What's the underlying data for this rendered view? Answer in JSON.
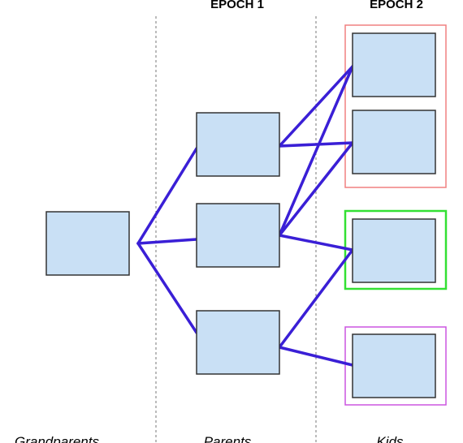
{
  "headers": {
    "epoch1": "EPOCH 1",
    "epoch2": "EPOCH 2"
  },
  "labels": {
    "grandparents": "Grandparents",
    "parents": "Parents",
    "kids": "Kids"
  },
  "colors": {
    "node_fill": "#c9e0f5",
    "edge": "#3a1fd6",
    "group_red": "#f08080",
    "group_green": "#33e033",
    "group_purple": "#cc55e0"
  },
  "groups": [
    {
      "id": "group-red",
      "color": "#f08080",
      "members": [
        "kid-1",
        "kid-2"
      ]
    },
    {
      "id": "group-green",
      "color": "#33e033",
      "members": [
        "kid-3"
      ]
    },
    {
      "id": "group-purple",
      "color": "#cc55e0",
      "members": [
        "kid-4"
      ]
    }
  ],
  "nodes": [
    {
      "id": "grandparent",
      "column": "grandparents"
    },
    {
      "id": "parent-1",
      "column": "parents"
    },
    {
      "id": "parent-2",
      "column": "parents"
    },
    {
      "id": "parent-3",
      "column": "parents"
    },
    {
      "id": "kid-1",
      "column": "kids"
    },
    {
      "id": "kid-2",
      "column": "kids"
    },
    {
      "id": "kid-3",
      "column": "kids"
    },
    {
      "id": "kid-4",
      "column": "kids"
    }
  ],
  "edges": [
    [
      "grandparent",
      "parent-1"
    ],
    [
      "grandparent",
      "parent-2"
    ],
    [
      "grandparent",
      "parent-3"
    ],
    [
      "parent-1",
      "kid-1"
    ],
    [
      "parent-1",
      "kid-2"
    ],
    [
      "parent-2",
      "kid-1"
    ],
    [
      "parent-2",
      "kid-2"
    ],
    [
      "parent-2",
      "kid-3"
    ],
    [
      "parent-3",
      "kid-3"
    ],
    [
      "parent-3",
      "kid-4"
    ]
  ]
}
